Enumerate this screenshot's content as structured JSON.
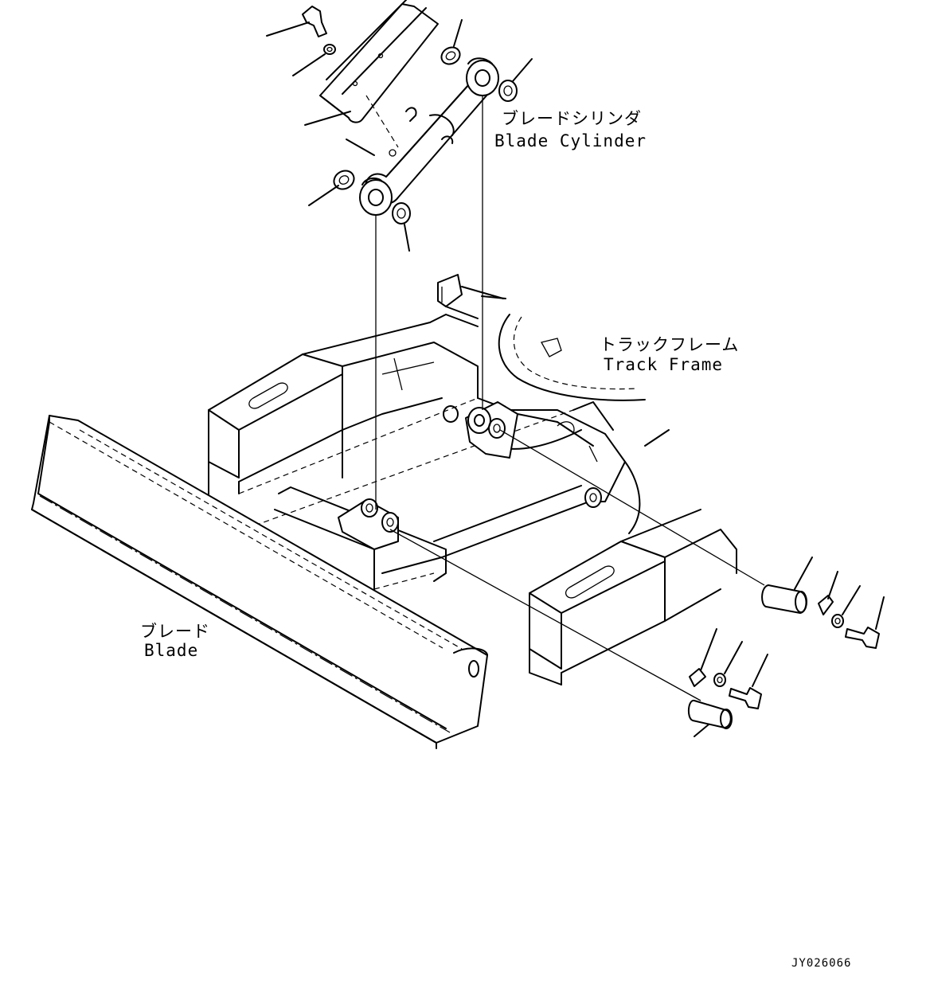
{
  "labels": {
    "blade_cylinder_jp": "ブレードシリンダ",
    "blade_cylinder_en": "Blade Cylinder",
    "track_frame_jp": "トラックフレーム",
    "track_frame_en": "Track Frame",
    "blade_jp": "ブレード",
    "blade_en": "Blade",
    "drawing_number": "JY026066"
  }
}
